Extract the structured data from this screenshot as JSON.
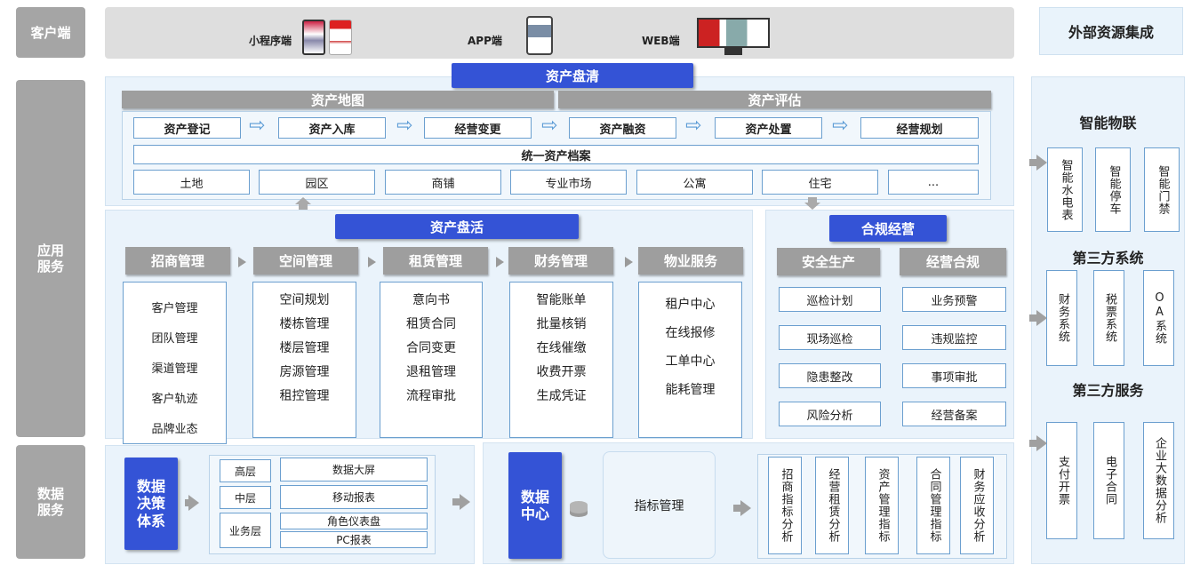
{
  "left_labels": {
    "client": "客户端",
    "app": "应用\n服务",
    "data": "数据\n服务"
  },
  "client": {
    "miniprogram": "小程序端",
    "app": "APP端",
    "web": "WEB端"
  },
  "external_title": "外部资源集成",
  "asset_clear": {
    "title": "资产盘清",
    "map": "资产地图",
    "eval": "资产评估",
    "flow": [
      "资产登记",
      "资产入库",
      "经营变更",
      "资产融资",
      "资产处置",
      "经营规划"
    ],
    "archive": "统一资产档案",
    "types": [
      "土地",
      "园区",
      "商铺",
      "专业市场",
      "公寓",
      "住宅",
      "..."
    ]
  },
  "asset_active": {
    "title": "资产盘活",
    "columns": [
      {
        "head": "招商管理",
        "items": [
          "客户管理",
          "团队管理",
          "渠道管理",
          "客户轨迹",
          "品牌业态"
        ]
      },
      {
        "head": "空间管理",
        "items": [
          "空间规划",
          "楼栋管理",
          "楼层管理",
          "房源管理",
          "租控管理"
        ]
      },
      {
        "head": "租赁管理",
        "items": [
          "意向书",
          "租赁合同",
          "合同变更",
          "退租管理",
          "流程审批"
        ]
      },
      {
        "head": "财务管理",
        "items": [
          "智能账单",
          "批量核销",
          "在线催缴",
          "收费开票",
          "生成凭证"
        ]
      },
      {
        "head": "物业服务",
        "items": [
          "租户中心",
          "在线报修",
          "工单中心",
          "能耗管理"
        ]
      }
    ]
  },
  "compliance": {
    "title": "合规经营",
    "safety": {
      "head": "安全生产",
      "items": [
        "巡检计划",
        "现场巡检",
        "隐患整改",
        "风险分析"
      ]
    },
    "comply": {
      "head": "经营合规",
      "items": [
        "业务预警",
        "违规监控",
        "事项审批",
        "经营备案"
      ]
    }
  },
  "data_decision": {
    "title": "数据\n决策\n体系",
    "levels": [
      "高层",
      "中层",
      "业务层"
    ],
    "reports": [
      "数据大屏",
      "移动报表",
      "角色仪表盘",
      "PC报表"
    ]
  },
  "data_center": {
    "title": "数据\n中心",
    "indicator": "指标管理",
    "analysis": [
      "招商指标分析",
      "经营租赁分析",
      "资产管理指标",
      "合同管理指标",
      "财务应收分析"
    ]
  },
  "external": {
    "iot": {
      "head": "智能物联",
      "items": [
        "智能水电表",
        "智能停车",
        "智能门禁"
      ]
    },
    "third_sys": {
      "head": "第三方系统",
      "items": [
        "财务系统",
        "税票系统",
        "OA系统"
      ]
    },
    "third_svc": {
      "head": "第三方服务",
      "items": [
        "支付开票",
        "电子合同",
        "企业大数据分析"
      ]
    }
  }
}
